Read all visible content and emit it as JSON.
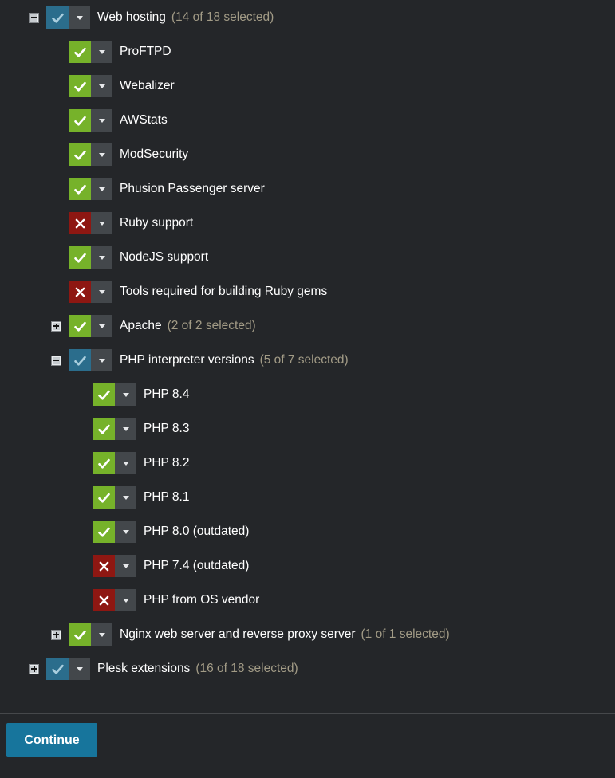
{
  "colors": {
    "background": "#242629",
    "checkbox-green": "#76b22a",
    "checkbox-red": "#8e1712",
    "checkbox-blue": "#2b6d8c",
    "checkbox-dropdown": "#43474b",
    "partial-check": "#a9cede",
    "label-text": "#ffffff",
    "count-text": "#a29b86",
    "divider": "#46484b",
    "button-blue": "#17759c"
  },
  "tree": [
    {
      "label": "Web hosting",
      "count": "(14 of 18 selected)",
      "state": "partial",
      "toggle": "minus",
      "level": 1
    },
    {
      "label": "ProFTPD",
      "state": "checked",
      "toggle": null,
      "level": 2
    },
    {
      "label": "Webalizer",
      "state": "checked",
      "toggle": null,
      "level": 2
    },
    {
      "label": "AWStats",
      "state": "checked",
      "toggle": null,
      "level": 2
    },
    {
      "label": "ModSecurity",
      "state": "checked",
      "toggle": null,
      "level": 2
    },
    {
      "label": "Phusion Passenger server",
      "state": "checked",
      "toggle": null,
      "level": 2
    },
    {
      "label": "Ruby support",
      "state": "excluded",
      "toggle": null,
      "level": 2
    },
    {
      "label": "NodeJS support",
      "state": "checked",
      "toggle": null,
      "level": 2
    },
    {
      "label": "Tools required for building Ruby gems",
      "state": "excluded",
      "toggle": null,
      "level": 2
    },
    {
      "label": "Apache",
      "count": "(2 of 2 selected)",
      "state": "checked",
      "toggle": "plus",
      "level": 2
    },
    {
      "label": "PHP interpreter versions",
      "count": "(5 of 7 selected)",
      "state": "partial",
      "toggle": "minus",
      "level": 2
    },
    {
      "label": "PHP 8.4",
      "state": "checked",
      "toggle": null,
      "level": 3
    },
    {
      "label": "PHP 8.3",
      "state": "checked",
      "toggle": null,
      "level": 3
    },
    {
      "label": "PHP 8.2",
      "state": "checked",
      "toggle": null,
      "level": 3
    },
    {
      "label": "PHP 8.1",
      "state": "checked",
      "toggle": null,
      "level": 3
    },
    {
      "label": "PHP 8.0 (outdated)",
      "state": "checked",
      "toggle": null,
      "level": 3
    },
    {
      "label": "PHP 7.4 (outdated)",
      "state": "excluded",
      "toggle": null,
      "level": 3
    },
    {
      "label": "PHP from OS vendor",
      "state": "excluded",
      "toggle": null,
      "level": 3
    },
    {
      "label": "Nginx web server and reverse proxy server",
      "count": "(1 of 1 selected)",
      "state": "checked",
      "toggle": "plus",
      "level": 2
    },
    {
      "label": "Plesk extensions",
      "count": "(16 of 18 selected)",
      "state": "partial",
      "toggle": "plus",
      "level": 1
    }
  ],
  "footer": {
    "continue_label": "Continue"
  }
}
